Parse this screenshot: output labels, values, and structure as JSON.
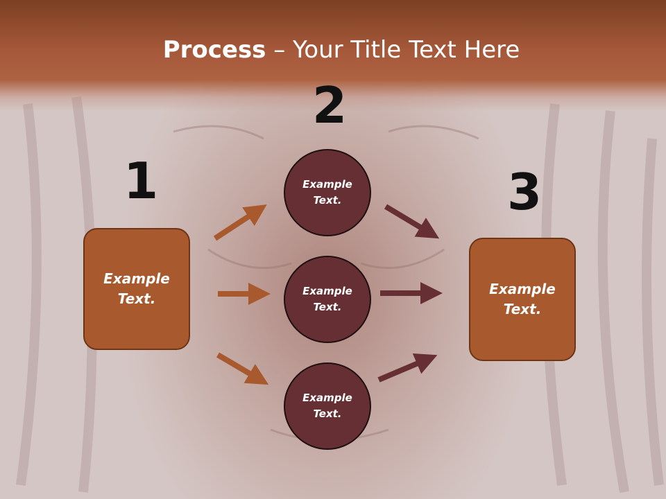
{
  "slide": {
    "title_bold": "Process",
    "title_rest": " – Your Title Text Here",
    "numbers": [
      "1",
      "2",
      "3"
    ],
    "left_box_text": "Example\nText.",
    "right_box_text": "Example\nText.",
    "circles": [
      {
        "text": "Example\nText."
      },
      {
        "text": "Example\nText."
      },
      {
        "text": "Example\nText."
      }
    ]
  },
  "colors": {
    "header": "#a5583a",
    "box_fill": "#a9592e",
    "circle_fill": "#662f33",
    "arrow_left": "#a9592e",
    "arrow_right": "#662f33"
  }
}
